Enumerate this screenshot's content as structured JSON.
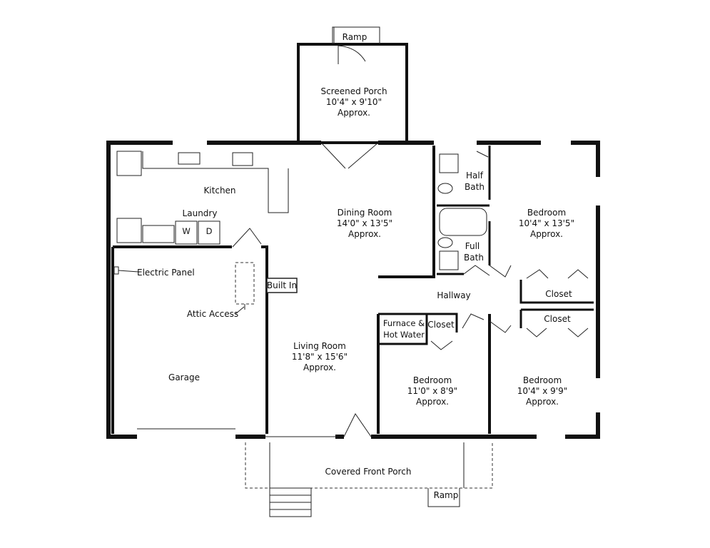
{
  "rooms": {
    "screened_porch": {
      "name": "Screened Porch",
      "size": "10'4\" x 9'10\"",
      "approx": "Approx."
    },
    "kitchen": {
      "name": "Kitchen"
    },
    "laundry": {
      "name": "Laundry"
    },
    "dining_room": {
      "name": "Dining Room",
      "size": "14'0\" x 13'5\"",
      "approx": "Approx."
    },
    "half_bath": {
      "line1": "Half",
      "line2": "Bath"
    },
    "full_bath": {
      "line1": "Full",
      "line2": "Bath"
    },
    "bedroom_1": {
      "name": "Bedroom",
      "size": "10'4\" x 13'5\"",
      "approx": "Approx."
    },
    "closet_1": {
      "name": "Closet"
    },
    "closet_2": {
      "name": "Closet"
    },
    "closet_3": {
      "name": "Closet"
    },
    "hallway": {
      "name": "Hallway"
    },
    "furnace": {
      "line1": "Furnace &",
      "line2": "Hot Water"
    },
    "living_room": {
      "name": "Living Room",
      "size": "11'8\" x 15'6\"",
      "approx": "Approx."
    },
    "bedroom_2": {
      "name": "Bedroom",
      "size": "11'0\" x 8'9\"",
      "approx": "Approx."
    },
    "bedroom_3": {
      "name": "Bedroom",
      "size": "10'4\" x 9'9\"",
      "approx": "Approx."
    },
    "garage": {
      "name": "Garage"
    },
    "covered_front_porch": {
      "name": "Covered Front Porch"
    }
  },
  "features": {
    "electric_panel": "Electric Panel",
    "attic_access": "Attic Access",
    "built_in": "Built In",
    "ramp_top": "Ramp",
    "ramp_bottom": "Ramp",
    "washer": "W",
    "dryer": "D"
  }
}
